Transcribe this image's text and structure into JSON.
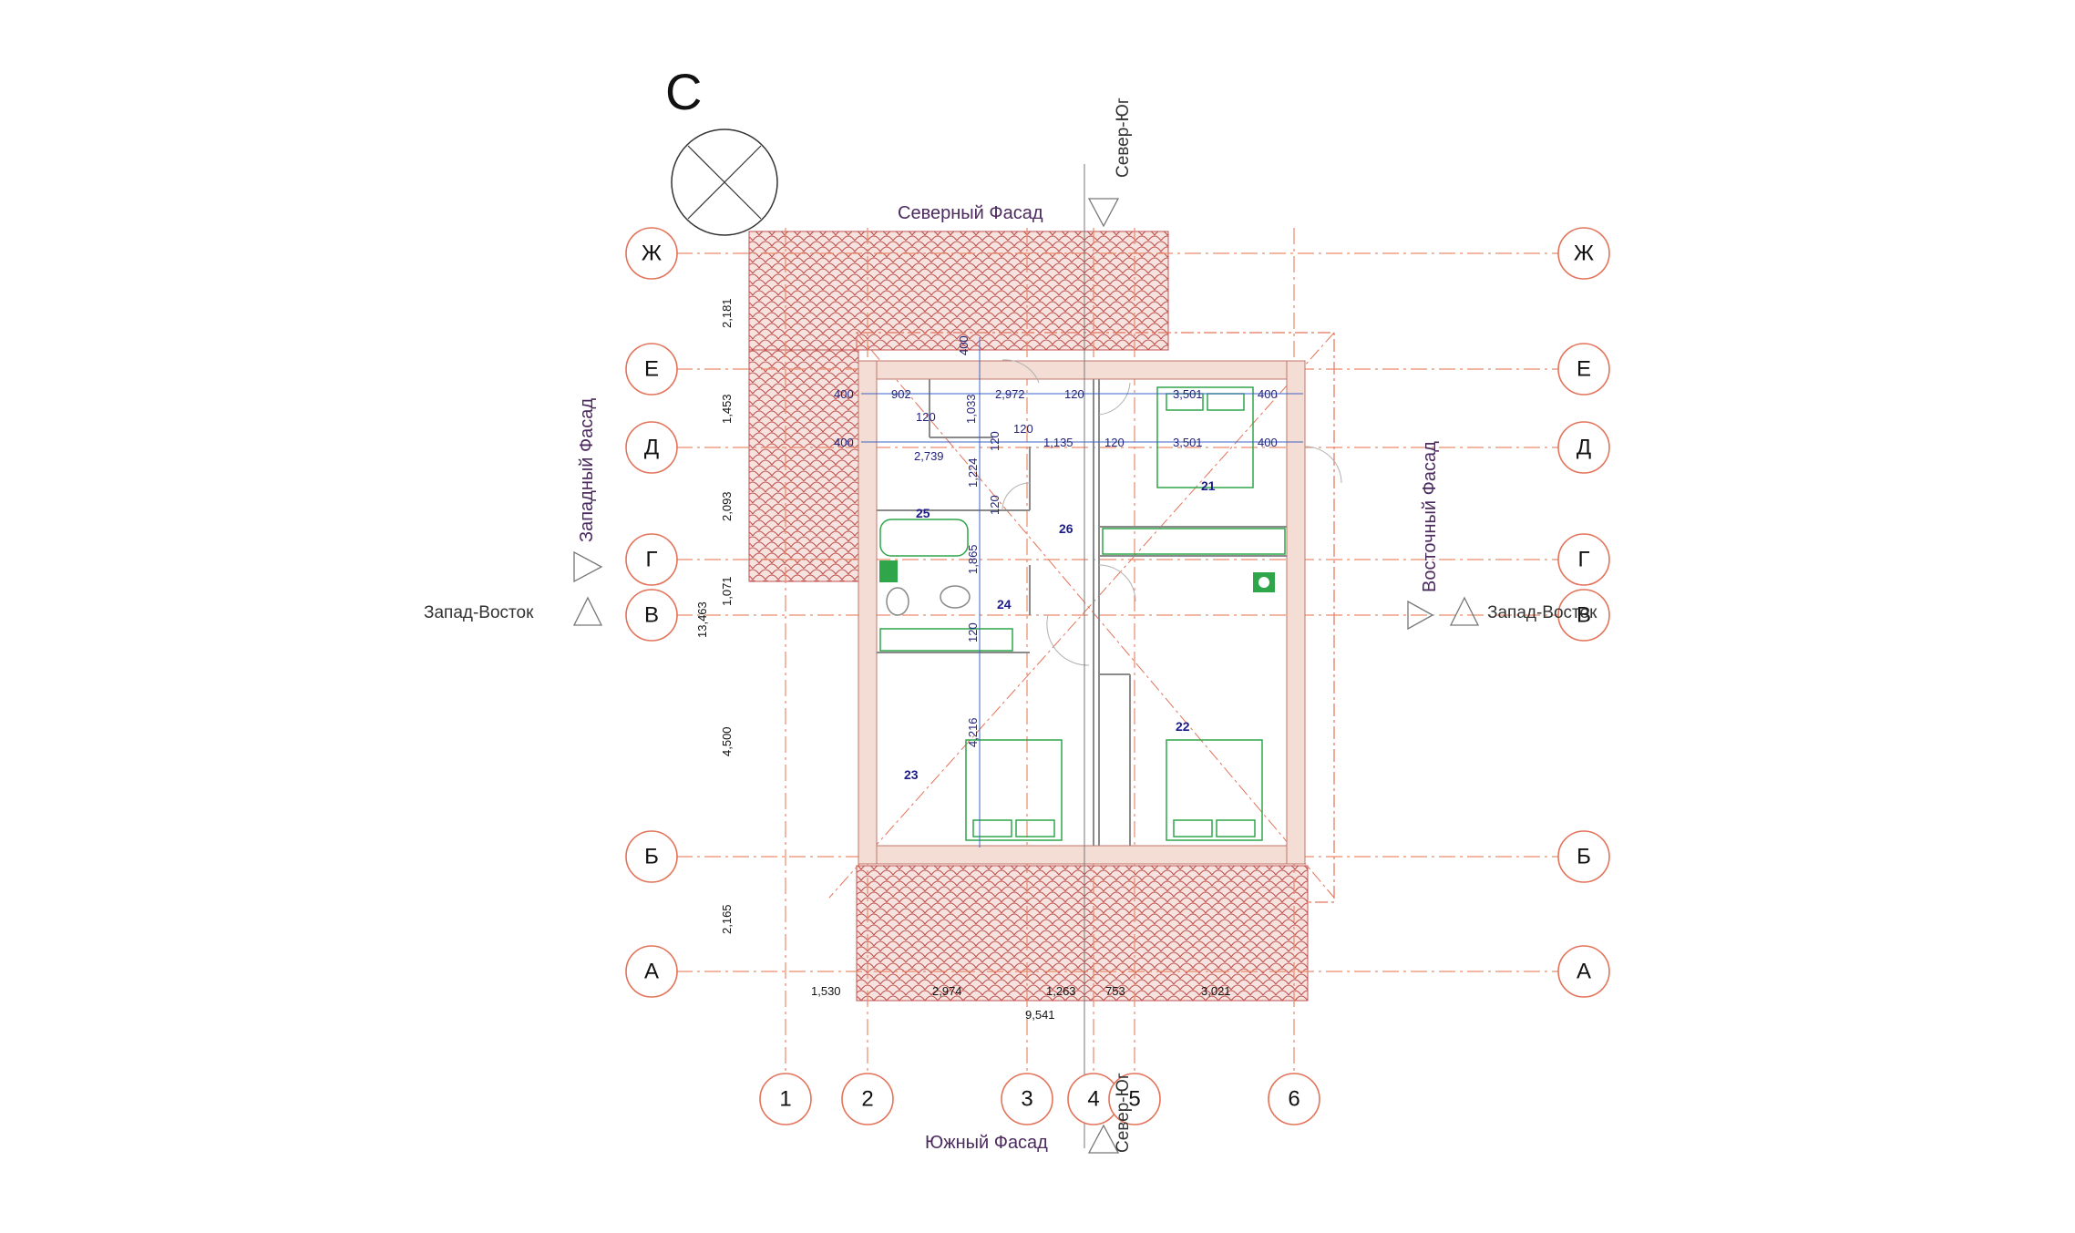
{
  "compass_letter": "С",
  "facades": {
    "north": "Северный Фасад",
    "south": "Южный Фасад",
    "west": "Западный Фасад",
    "east": "Восточный Фасад"
  },
  "sections": {
    "ns_top": "Север-Юг",
    "ns_bottom": "Север-Юг",
    "we_left": "Запад-Восток",
    "we_right": "Запад-Восток"
  },
  "axes_rows": [
    "Ж",
    "Е",
    "Д",
    "Г",
    "В",
    "Б",
    "А"
  ],
  "axes_cols": [
    "1",
    "2",
    "3",
    "4",
    "5",
    "6"
  ],
  "row_dims": [
    "2,181",
    "1,453",
    "2,093",
    "1,071",
    "4,500",
    "2,165"
  ],
  "row_total": "13,463",
  "col_dims": [
    "1,530",
    "2,974",
    "1,263",
    "753",
    "3,021"
  ],
  "col_total": "9,541",
  "inner_dims": {
    "d1": "400",
    "d2": "902",
    "d3": "400",
    "d4": "2,972",
    "d5": "120",
    "d6": "3,501",
    "d7": "400",
    "d8": "120",
    "d9": "1,033",
    "d10": "120",
    "d11": "1,135",
    "d12": "120",
    "d13": "3,501",
    "d14": "400",
    "d15": "400",
    "d16": "2,739",
    "d17": "1,224",
    "d18": "120",
    "d19": "120",
    "d20": "1,865",
    "d21": "120",
    "d22": "4,216"
  },
  "rooms": [
    "21",
    "22",
    "23",
    "24",
    "25",
    "26"
  ],
  "colors": {
    "grid": "#e98a6b",
    "roof": "#c0504d",
    "furniture": "#2fa64a",
    "dimension": "#3b63c4",
    "facade_text": "#4b2a5e"
  }
}
